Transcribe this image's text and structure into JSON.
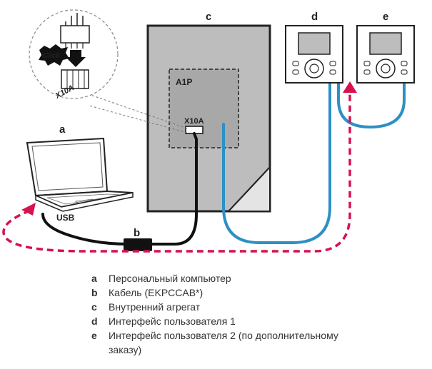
{
  "labels": {
    "a": "a",
    "b": "b",
    "c": "c",
    "d": "d",
    "e": "e",
    "a1p": "A1P",
    "x10a_board": "X10A",
    "x10a_inset": "X10A",
    "usb": "USB",
    "click": "Click"
  },
  "colors": {
    "unit_fill": "#bdbdbd",
    "pcb_fill": "#a8a8a8",
    "cable_blue": "#2e8fc4",
    "cable_black": "#111111",
    "arrow_red": "#d6124f",
    "outline": "#222222"
  },
  "legend": [
    {
      "key": "a",
      "text": "Персональный компьютер"
    },
    {
      "key": "b",
      "text": "Кабель (EKPCCAB*)"
    },
    {
      "key": "c",
      "text": "Внутренний агрегат"
    },
    {
      "key": "d",
      "text": "Интерфейс пользователя 1"
    },
    {
      "key": "e",
      "text": "Интерфейс пользователя 2 (по дополнительному"
    },
    {
      "key": "",
      "text": "заказу)"
    }
  ]
}
